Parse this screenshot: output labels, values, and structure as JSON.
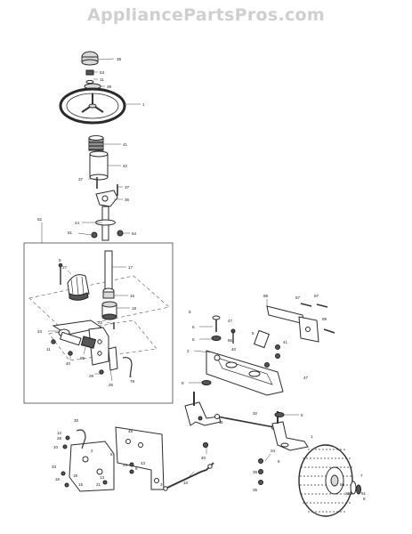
{
  "watermark": "AppliancePartsPros.com",
  "callouts": {
    "c1": "38",
    "c2": "53",
    "c3": "11",
    "c4": "39",
    "c5": "1",
    "c6": "41",
    "c7": "42",
    "c8": "37",
    "c9": "37",
    "c10": "36",
    "c11": "82",
    "c12": "44",
    "c13": "51",
    "c14": "54",
    "c15": "8",
    "c16": "27",
    "c17": "17",
    "c18": "16",
    "c19": "19",
    "c20": "22",
    "c21": "23",
    "c22": "11",
    "c23": "40",
    "c24": "85",
    "c25": "29",
    "c26": "26",
    "c27": "79",
    "c28": "6",
    "c29": "87",
    "c30": "87",
    "c31": "88",
    "c32": "89",
    "c33": "47",
    "c34": "6",
    "c35": "6",
    "c36": "85",
    "c37": "40",
    "c38": "2",
    "c39": "5",
    "c40": "41",
    "c41": "47",
    "c42": "8",
    "c43": "11",
    "c44": "32",
    "c45": "5",
    "c46": "34",
    "c47": "6",
    "c48": "38",
    "c49": "35",
    "c50": "1",
    "c51": "40",
    "c52": "10",
    "c53": "7",
    "c54": "56",
    "c55": "29",
    "c56": "51",
    "c57": "8",
    "c58": "30",
    "c59": "12",
    "c60": "28",
    "c61": "10",
    "c62": "48",
    "c63": "5",
    "c64": "43",
    "c65": "6",
    "c66": "2",
    "c67": "33",
    "c68": "16",
    "c69": "18",
    "c70": "13",
    "c71": "24",
    "c72": "15",
    "c73": "21",
    "c74": "3"
  }
}
